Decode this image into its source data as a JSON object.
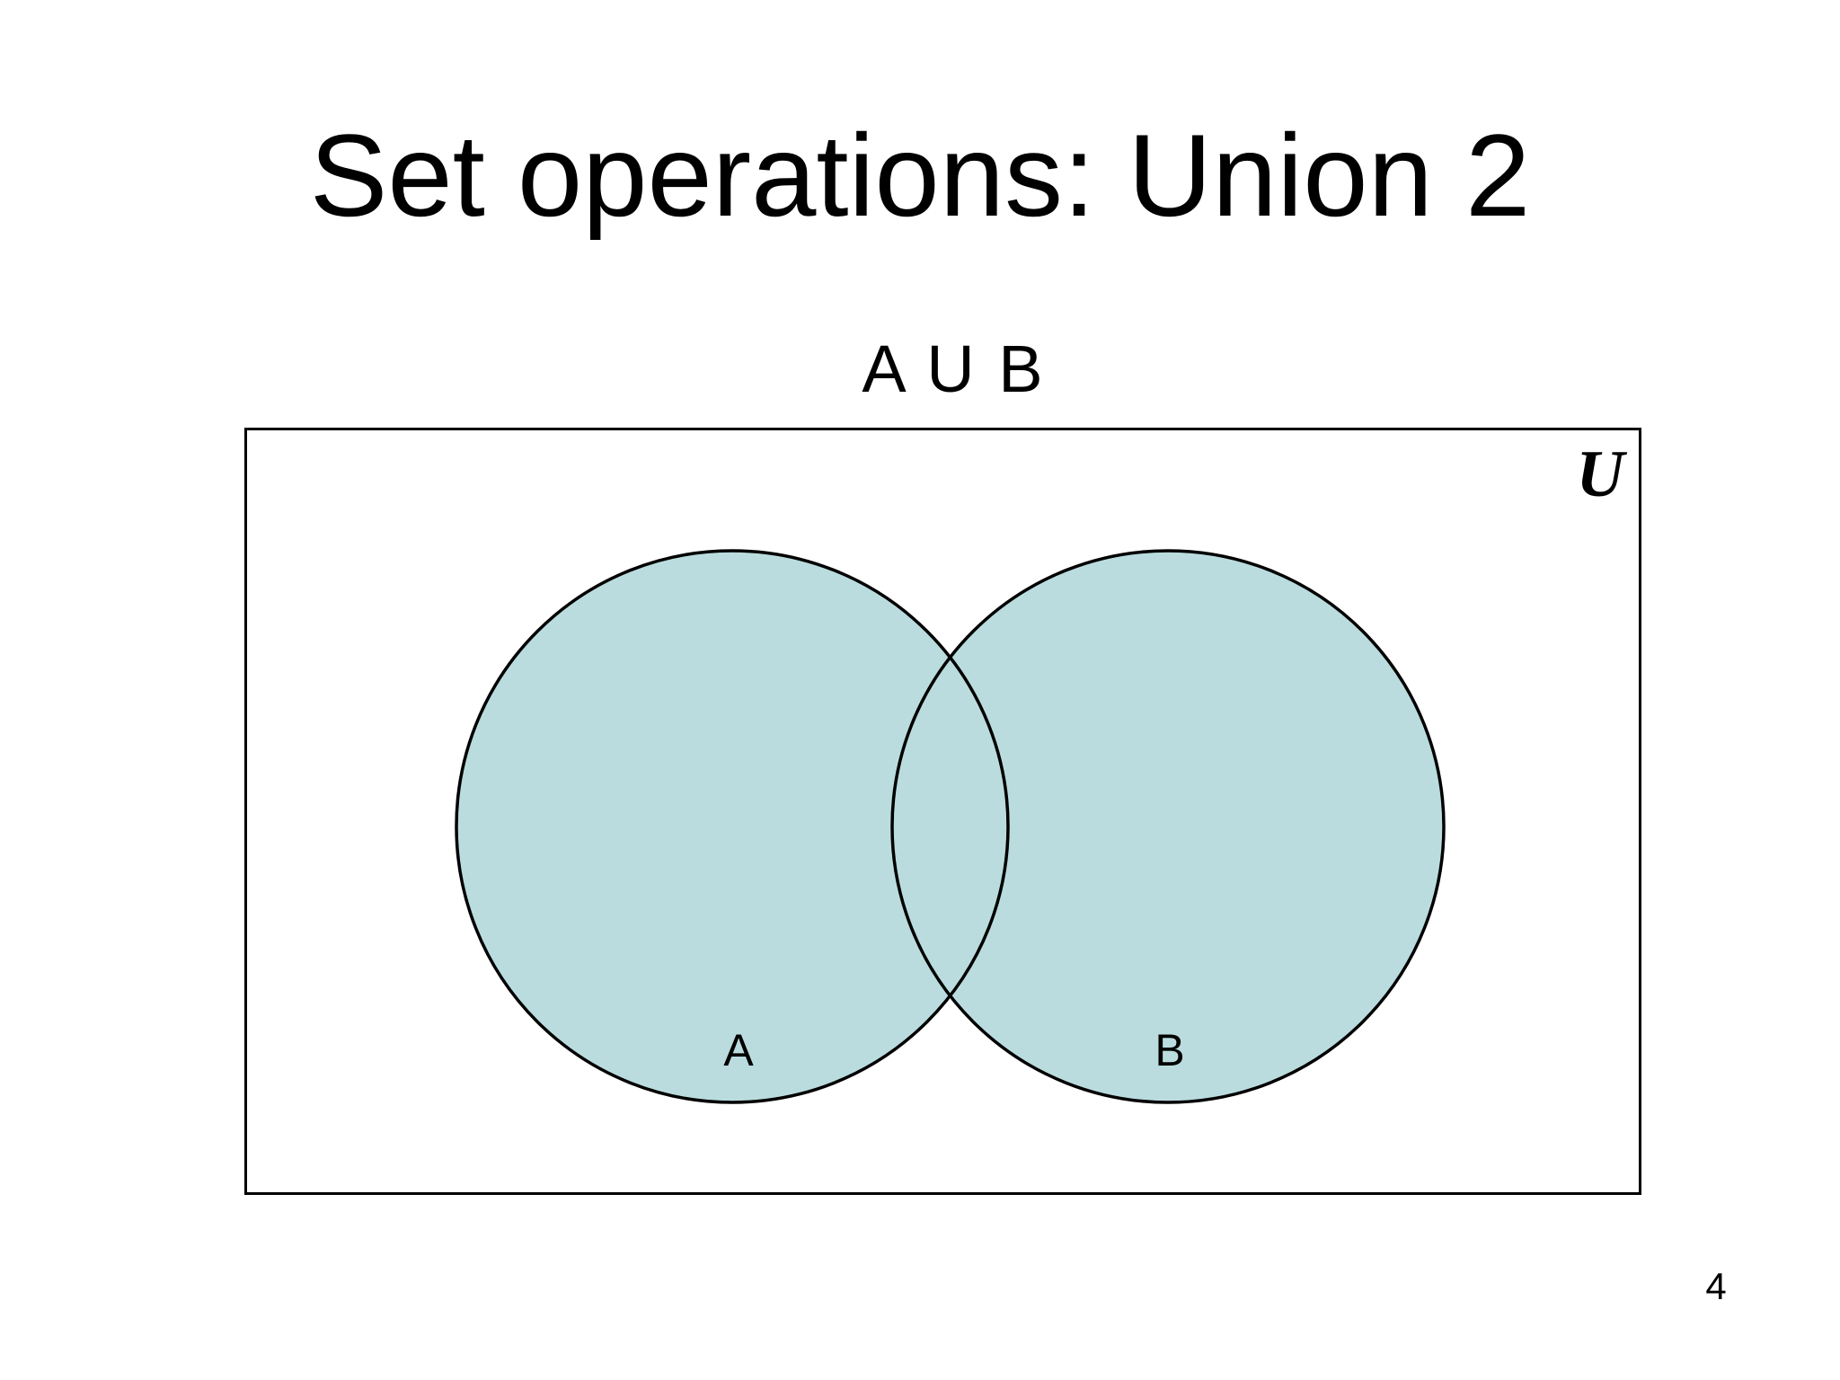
{
  "slide": {
    "title": "Set operations: Union 2",
    "expression_label": "A U B",
    "page_number": "4"
  },
  "diagram": {
    "type": "venn-union",
    "universe_label": "U",
    "set_a_label": "A",
    "set_b_label": "B",
    "shaded_region": "A union B (both circles including overlap shaded)"
  },
  "colors": {
    "background": "#ffffff",
    "circle_fill": "#badcde",
    "outline": "#000000",
    "text": "#000000"
  }
}
